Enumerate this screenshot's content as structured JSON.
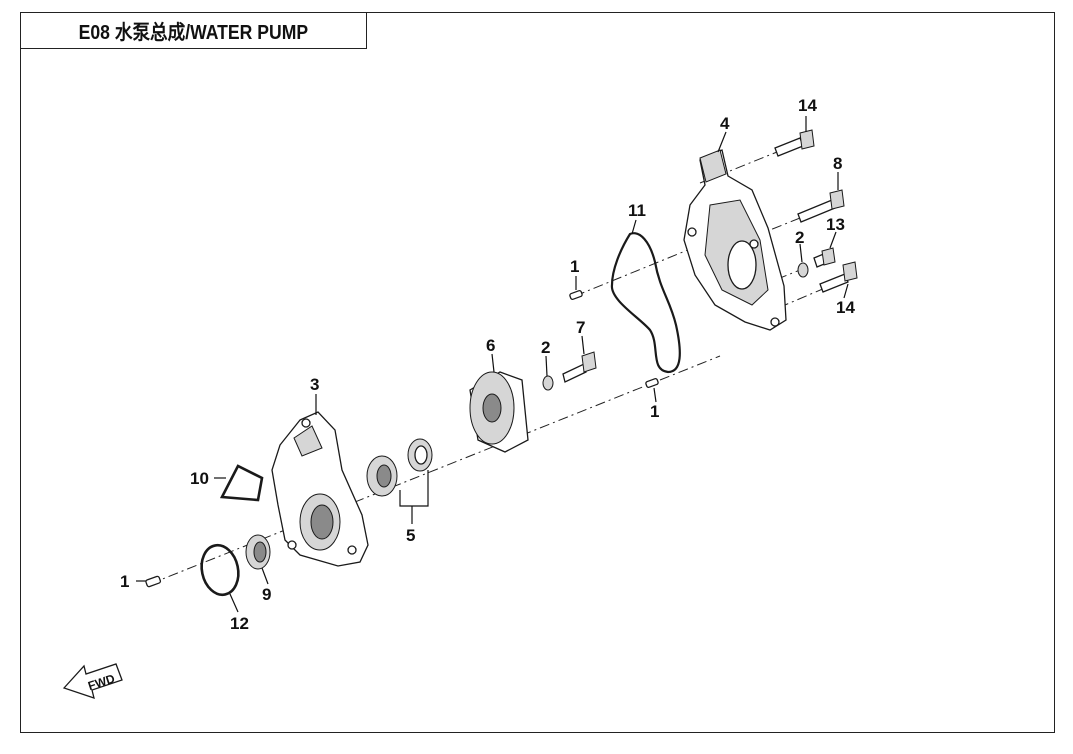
{
  "title": "E08  水泵总成/WATER PUMP",
  "direction_arrow": "FWD",
  "callouts": [
    "1",
    "1",
    "1",
    "2",
    "2",
    "3",
    "4",
    "5",
    "6",
    "7",
    "8",
    "9",
    "10",
    "11",
    "12",
    "13",
    "14",
    "14"
  ]
}
